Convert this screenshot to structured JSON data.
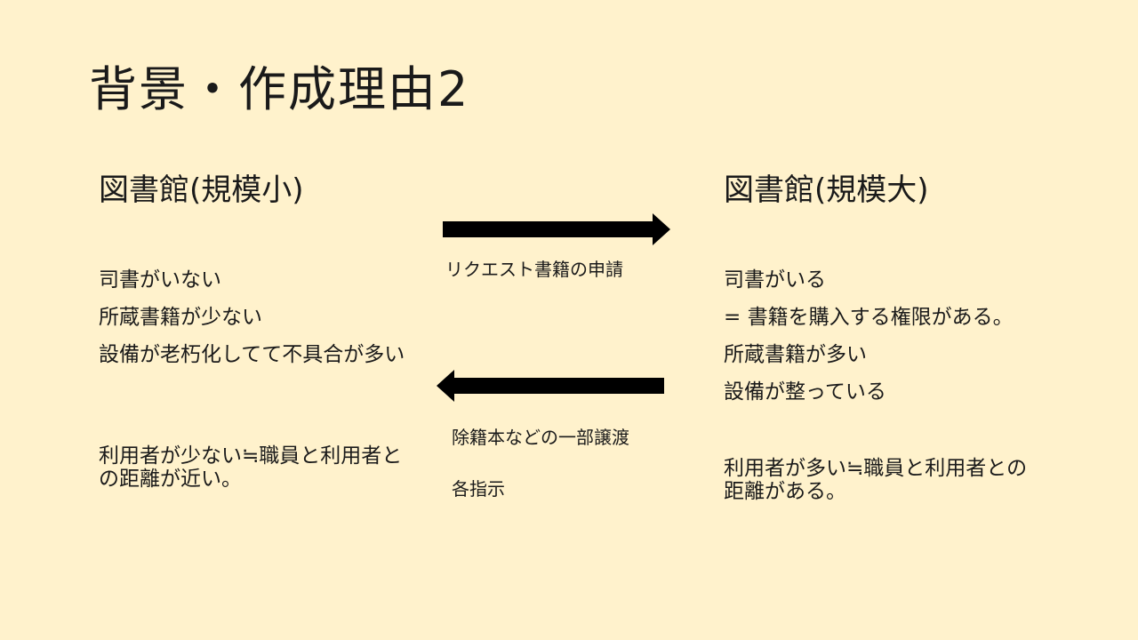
{
  "title": "背景・作成理由2",
  "left": {
    "heading": "図書館(規模小)",
    "items": [
      "司書がいない",
      "所蔵書籍が少ない",
      "設備が老朽化してて不具合が多い"
    ],
    "note": "利用者が少ない≒職員と利用者との距離が近い。"
  },
  "right": {
    "heading": "図書館(規模大)",
    "items": [
      "司書がいる",
      "= 書籍を購入する権限がある。",
      "所蔵書籍が多い",
      "設備が整っている"
    ],
    "note": "利用者が多い≒職員と利用者との距離がある。"
  },
  "center": {
    "forward_label": "リクエスト書籍の申請",
    "backward_labels": [
      "除籍本などの一部譲渡",
      "各指示"
    ]
  },
  "colors": {
    "background": "#FFF2CC",
    "arrow": "#000000"
  }
}
